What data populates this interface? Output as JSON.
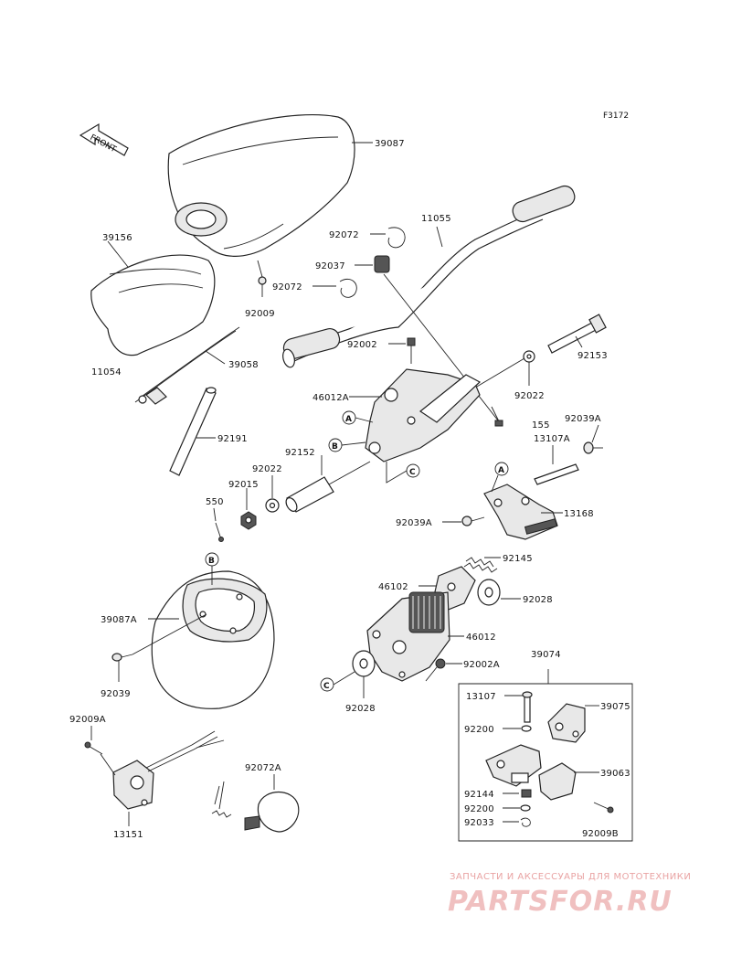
{
  "figure_code": "F3172",
  "front_label": "FRONT",
  "labels": {
    "p39087": "39087",
    "p39156": "39156",
    "p92009": "92009",
    "p11054": "11054",
    "p39058": "39058",
    "p92191": "92191",
    "p92072a": "92072",
    "p92072b": "92072",
    "p11055": "11055",
    "p92037": "92037",
    "p92002": "92002",
    "p92153": "92153",
    "p46012A": "46012A",
    "p92022a": "92022",
    "p92039A_r": "92039A",
    "p155": "155",
    "p13107A": "13107A",
    "p92152": "92152",
    "p92022b": "92022",
    "p92015": "92015",
    "p550": "550",
    "p13168": "13168",
    "p92039A_l": "92039A",
    "p92145": "92145",
    "p46102": "46102",
    "p92028a": "92028",
    "p46012": "46012",
    "p39087A": "39087A",
    "p92002A": "92002A",
    "p92039": "92039",
    "p92028b": "92028",
    "p39074": "39074",
    "p13107": "13107",
    "p39075": "39075",
    "p92200a": "92200",
    "p39063": "39063",
    "p92144": "92144",
    "p92200b": "92200",
    "p92033": "92033",
    "p92009B": "92009B",
    "p92009A": "92009A",
    "p92072A": "92072A",
    "p13151": "13151"
  },
  "callouts": {
    "A1": "A",
    "B1": "B",
    "C1": "C",
    "A2": "A",
    "B2": "B",
    "C2": "C"
  },
  "watermark": {
    "tagline": "ЗАПЧАСТИ И АКСЕССУАРЫ ДЛЯ МОТОТЕХНИКИ",
    "logo": "PARTSFOR.RU"
  }
}
